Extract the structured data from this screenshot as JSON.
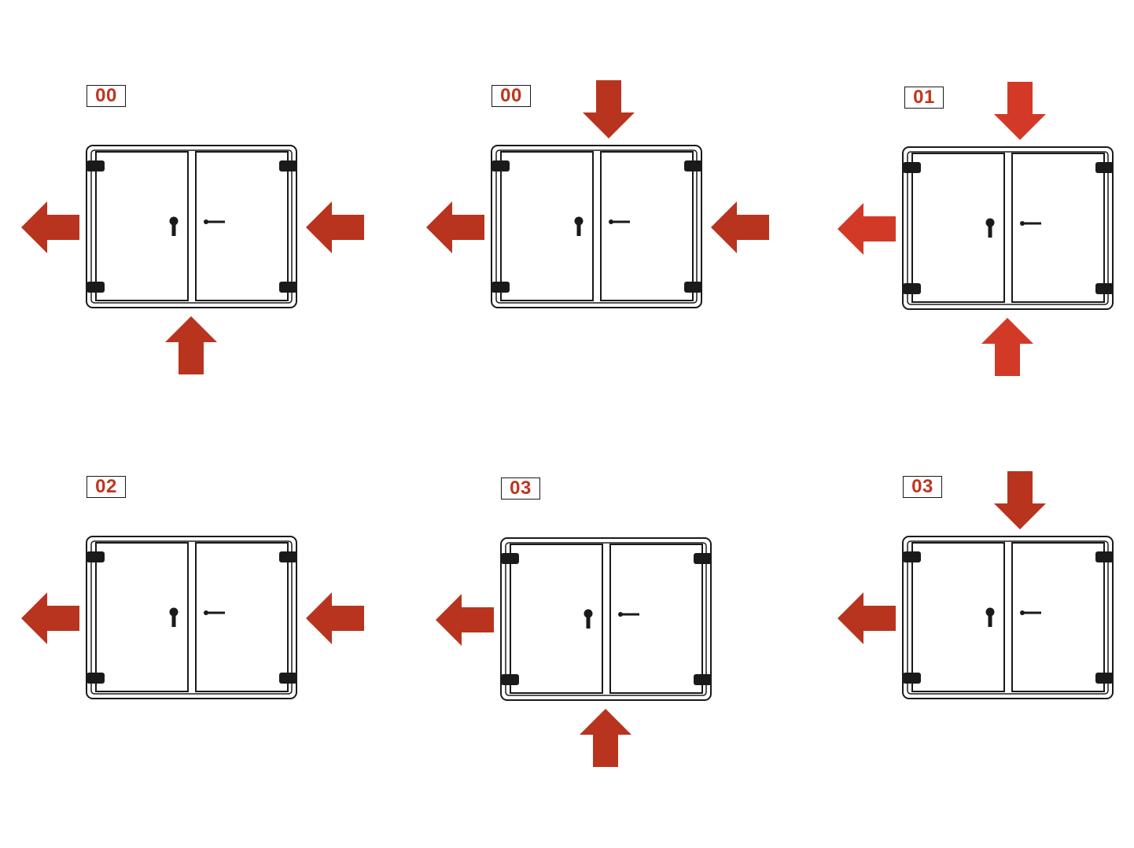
{
  "colors": {
    "arrow": "#b8341f",
    "arrow_alt": "#d23a27",
    "ink": "#1a1a1a",
    "badge_text": "#c0351f"
  },
  "diagrams": [
    {
      "label": "00",
      "arrows": [
        "left-out",
        "right-in",
        "bottom-in"
      ]
    },
    {
      "label": "00",
      "arrows": [
        "left-out",
        "right-in",
        "top-in"
      ]
    },
    {
      "label": "01",
      "arrows": [
        "left-out",
        "top-in",
        "bottom-in"
      ]
    },
    {
      "label": "02",
      "arrows": [
        "left-out",
        "right-in"
      ]
    },
    {
      "label": "03",
      "arrows": [
        "left-out",
        "bottom-in"
      ]
    },
    {
      "label": "03",
      "arrows": [
        "left-out",
        "top-in"
      ]
    }
  ]
}
